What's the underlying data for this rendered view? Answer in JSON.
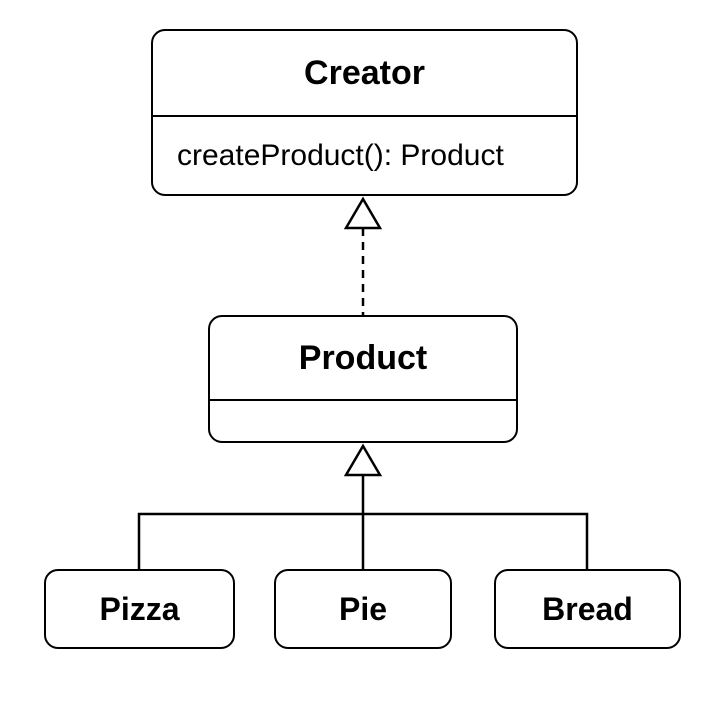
{
  "diagram": {
    "creator": {
      "name": "Creator",
      "method": "createProduct(): Product"
    },
    "product": {
      "name": "Product",
      "members": ""
    },
    "subclasses": [
      {
        "name": "Pizza"
      },
      {
        "name": "Pie"
      },
      {
        "name": "Bread"
      }
    ],
    "relations": [
      {
        "from": "Product",
        "to": "Creator",
        "kind": "realization"
      },
      {
        "from": "Pizza",
        "to": "Product",
        "kind": "generalization"
      },
      {
        "from": "Pie",
        "to": "Product",
        "kind": "generalization"
      },
      {
        "from": "Bread",
        "to": "Product",
        "kind": "generalization"
      }
    ],
    "colors": {
      "stroke": "#000000",
      "fill": "#ffffff",
      "text": "#000000"
    }
  }
}
